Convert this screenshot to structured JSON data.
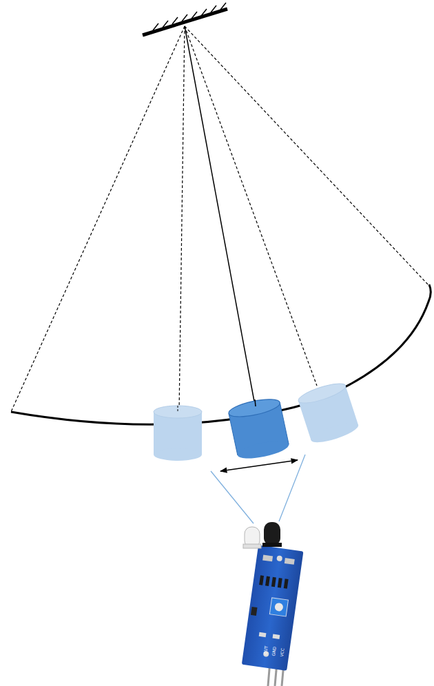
{
  "diagram": {
    "labels": [
      "OUT",
      "GND",
      "VCC"
    ]
  }
}
